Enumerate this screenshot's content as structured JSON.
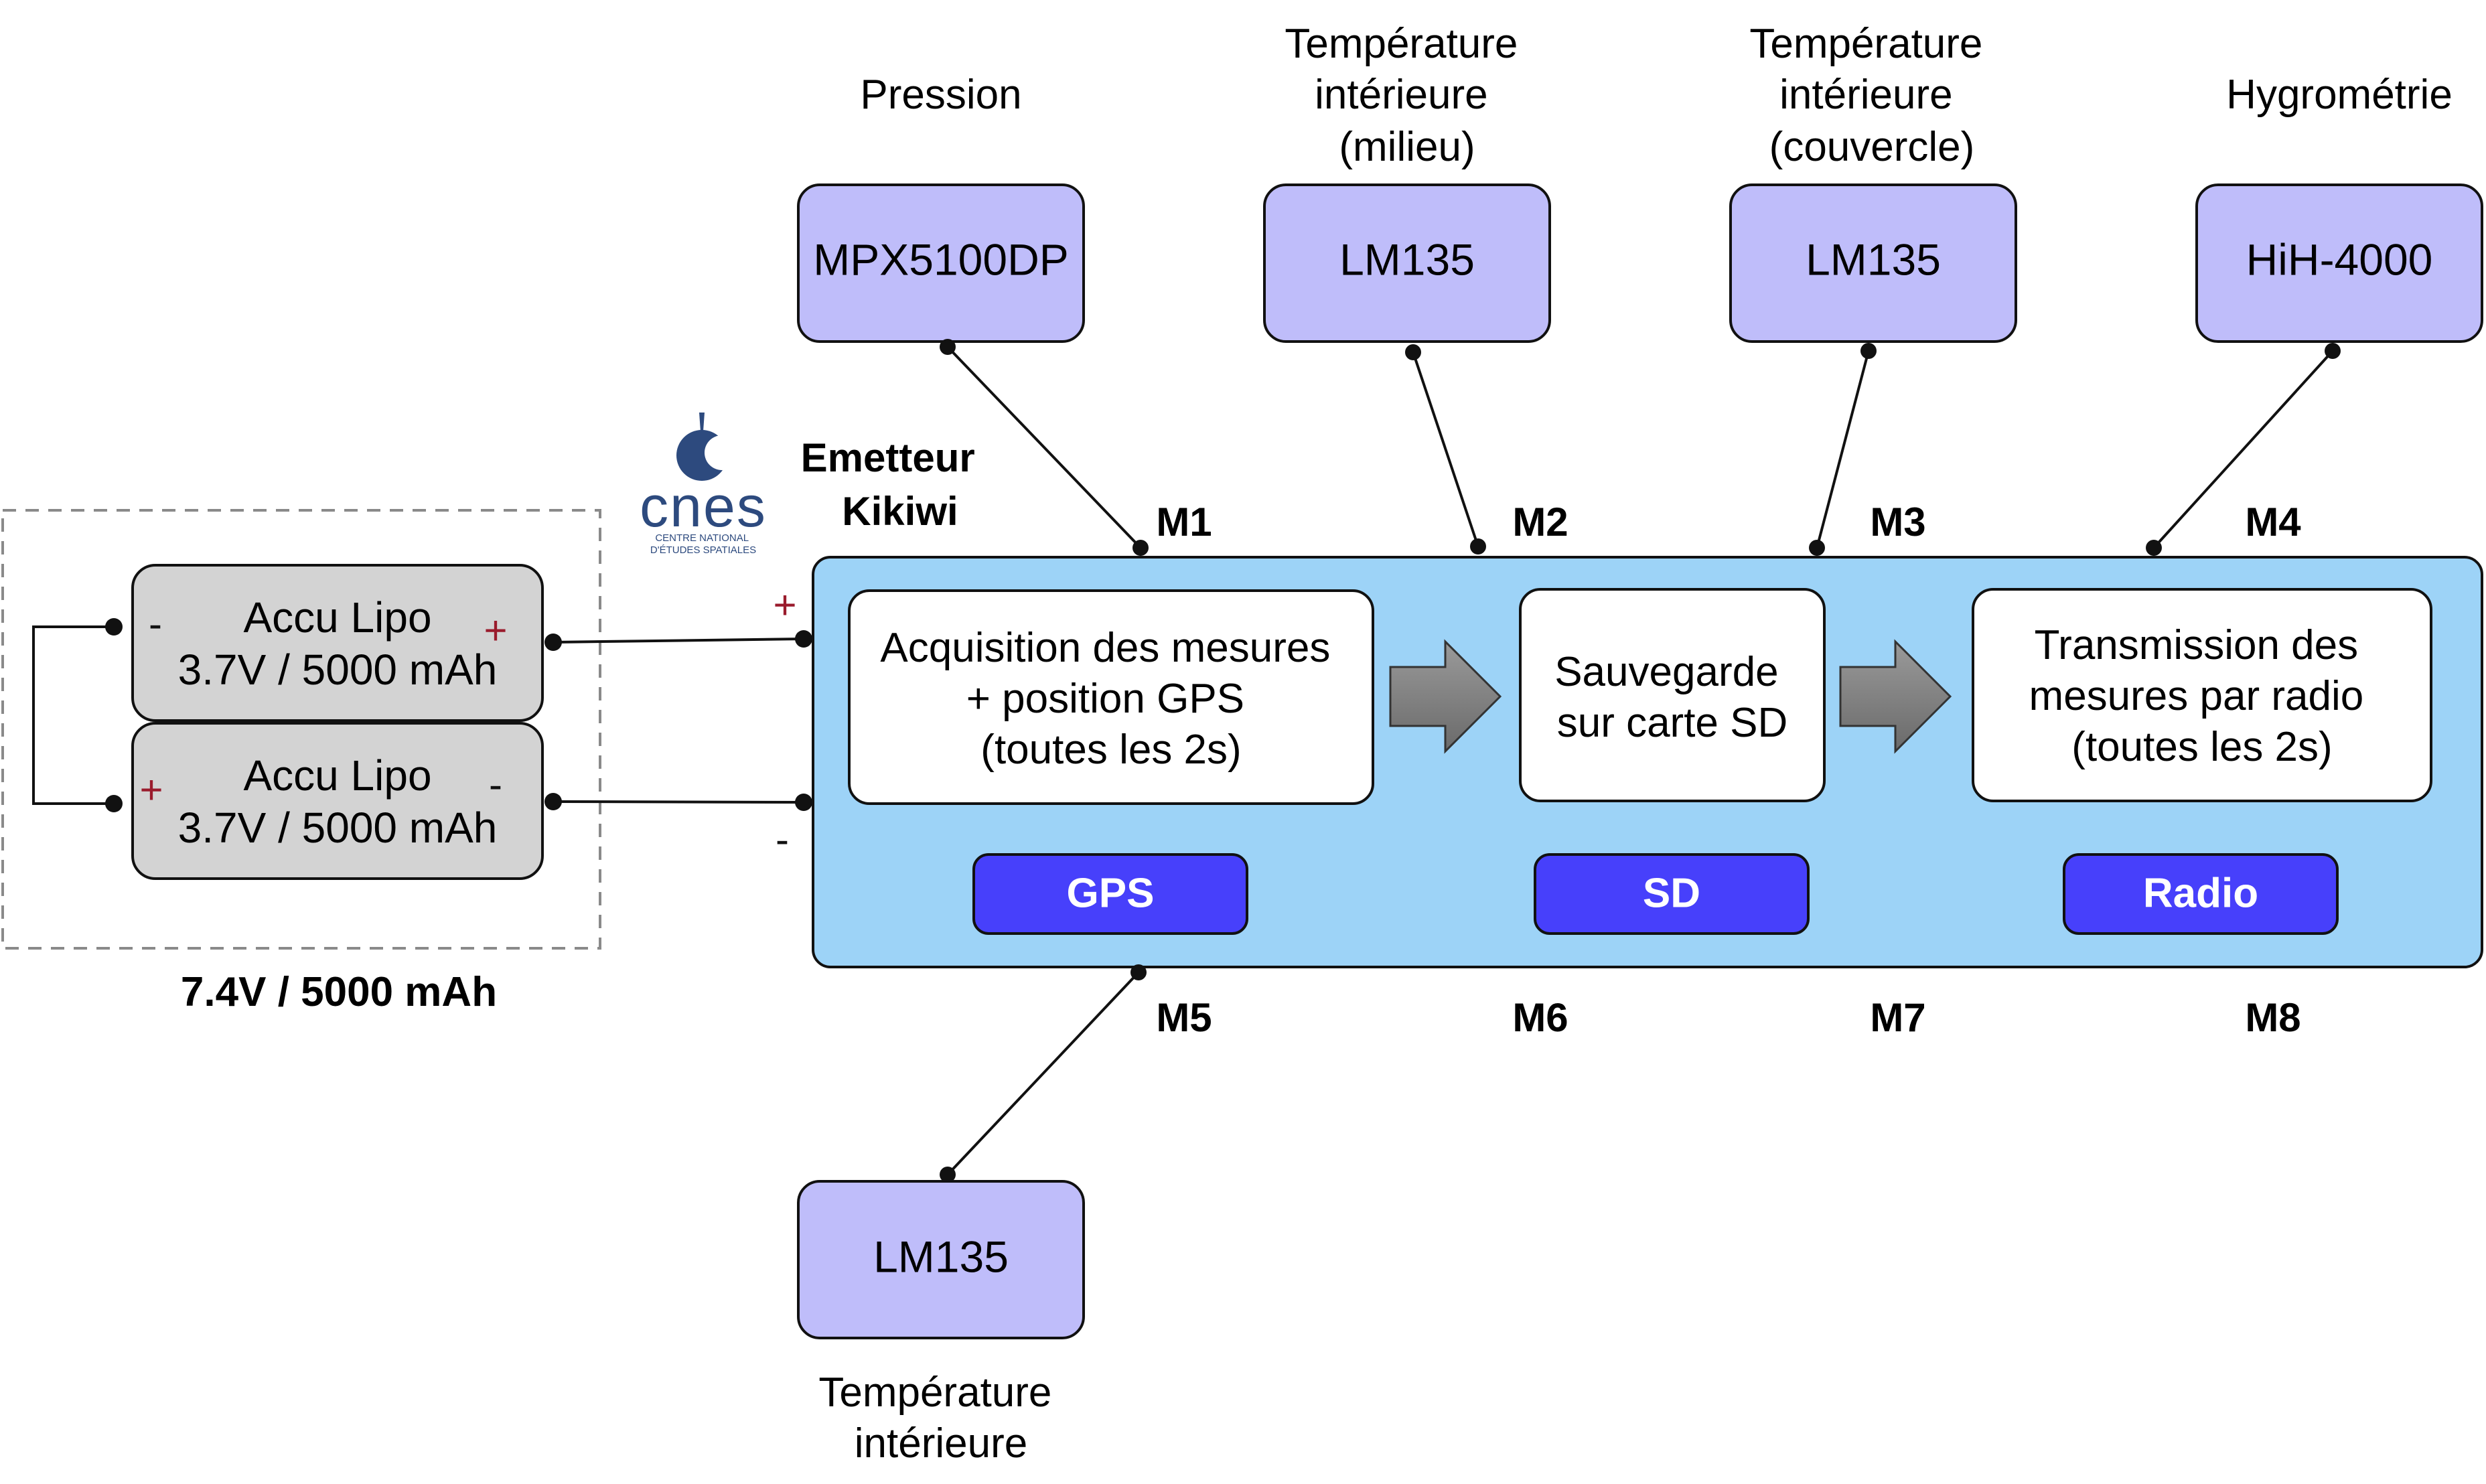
{
  "colors": {
    "sensor_fill": "#bfbdfa",
    "board_fill": "#9dd3f7",
    "module_fill": "#4740fb",
    "battery_fill": "#d3d3d3",
    "arrow_fill": "#7c7c7c",
    "plus_color": "#9a1b2c",
    "logo_blue": "#2d4a7e"
  },
  "sensors": {
    "pression": {
      "caption": [
        "Pression"
      ],
      "model": "MPX5100DP"
    },
    "temp_milieu": {
      "caption": [
        "Température",
        "intérieure",
        "(milieu)"
      ],
      "model": "LM135"
    },
    "temp_couvercle": {
      "caption": [
        "Température",
        "intérieure",
        "(couvercle)"
      ],
      "model": "LM135"
    },
    "hygrometrie": {
      "caption": [
        "Hygrométrie"
      ],
      "model": "HiH-4000"
    },
    "temp_interieure": {
      "caption": [
        "Température",
        "intérieure"
      ],
      "model": "LM135"
    }
  },
  "emitter": {
    "title": [
      "Emetteur",
      "Kikiwi"
    ]
  },
  "ports": [
    "M1",
    "M2",
    "M3",
    "M4",
    "M5",
    "M6",
    "M7",
    "M8"
  ],
  "steps": [
    [
      "Acquisition des mesures",
      "+ position GPS",
      "(toutes les 2s)"
    ],
    [
      "Sauvegarde",
      "sur carte SD"
    ],
    [
      "Transmission des",
      "mesures par radio",
      "(toutes les 2s)"
    ]
  ],
  "modules": [
    "GPS",
    "SD",
    "Radio"
  ],
  "batteries": [
    {
      "name": "Accu Lipo",
      "spec": "3.7V / 5000 mAh",
      "left_sign": "-",
      "right_sign": "+"
    },
    {
      "name": "Accu Lipo",
      "spec": "3.7V / 5000 mAh",
      "left_sign": "+",
      "right_sign": "-"
    }
  ],
  "pack_label": "7.4V / 5000 mAh",
  "board_polarity": {
    "plus": "+",
    "minus": "-"
  },
  "logo": {
    "text": "cnes",
    "sub": [
      "CENTRE NATIONAL",
      "D'ÉTUDES SPATIALES"
    ]
  }
}
